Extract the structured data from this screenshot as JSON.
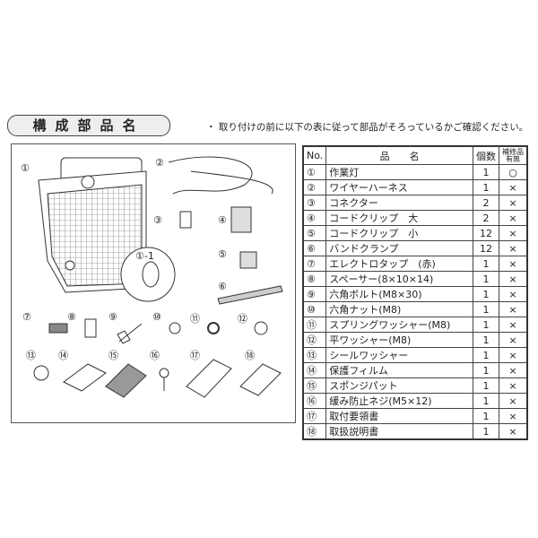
{
  "title": "構成部品名",
  "note": "・ 取り付けの前に以下の表に従って部品がそろっているかご確認ください。",
  "illustration_labels": [
    "①",
    "②",
    "③",
    "④",
    "⑤",
    "⑥",
    "①-1",
    "⑦",
    "⑧",
    "⑨",
    "⑩",
    "⑪",
    "⑫",
    "⑬",
    "⑭",
    "⑮",
    "⑯",
    "⑰",
    "⑱"
  ],
  "table": {
    "headers": {
      "no": "No.",
      "name": "品　　名",
      "qty": "個数",
      "repair": "補修品有無"
    },
    "rows": [
      {
        "no": "①",
        "name": "作業灯",
        "qty": "1",
        "repair": "○"
      },
      {
        "no": "②",
        "name": "ワイヤーハーネス",
        "qty": "1",
        "repair": "×"
      },
      {
        "no": "③",
        "name": "コネクター",
        "qty": "2",
        "repair": "×"
      },
      {
        "no": "④",
        "name": "コードクリップ　大",
        "qty": "2",
        "repair": "×"
      },
      {
        "no": "⑤",
        "name": "コードクリップ　小",
        "qty": "12",
        "repair": "×"
      },
      {
        "no": "⑥",
        "name": "バンドクランプ",
        "qty": "12",
        "repair": "×"
      },
      {
        "no": "⑦",
        "name": "エレクトロタップ　(赤)",
        "qty": "1",
        "repair": "×"
      },
      {
        "no": "⑧",
        "name": "スペーサー(8×10×14)",
        "qty": "1",
        "repair": "×"
      },
      {
        "no": "⑨",
        "name": "六角ボルト(M8×30)",
        "qty": "1",
        "repair": "×"
      },
      {
        "no": "⑩",
        "name": "六角ナット(M8)",
        "qty": "1",
        "repair": "×"
      },
      {
        "no": "⑪",
        "name": "スプリングワッシャー(M8)",
        "qty": "1",
        "repair": "×"
      },
      {
        "no": "⑫",
        "name": "平ワッシャー(M8)",
        "qty": "1",
        "repair": "×"
      },
      {
        "no": "⑬",
        "name": "シールワッシャー",
        "qty": "1",
        "repair": "×"
      },
      {
        "no": "⑭",
        "name": "保護フィルム",
        "qty": "1",
        "repair": "×"
      },
      {
        "no": "⑮",
        "name": "スポンジパット",
        "qty": "1",
        "repair": "×"
      },
      {
        "no": "⑯",
        "name": "緩み防止ネジ(M5×12)",
        "qty": "1",
        "repair": "×"
      },
      {
        "no": "⑰",
        "name": "取付要領書",
        "qty": "1",
        "repair": "×"
      },
      {
        "no": "⑱",
        "name": "取扱説明書",
        "qty": "1",
        "repair": "×"
      }
    ]
  }
}
